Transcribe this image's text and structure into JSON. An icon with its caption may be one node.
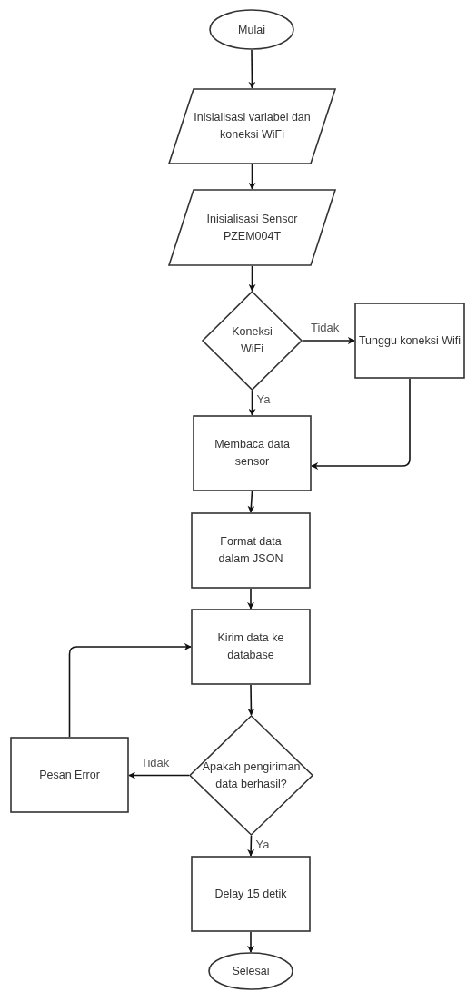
{
  "diagram": {
    "nodes": [
      {
        "text": [
          "Mulai"
        ]
      },
      {
        "text": [
          "Inisialisasi variabel dan koneksi WiFi"
        ]
      },
      {
        "text": [
          "Inisialisasi Sensor PZEM004T"
        ]
      },
      {
        "text": [
          "Koneksi WiFi"
        ]
      },
      {
        "text": [
          "Tunggu koneksi Wifi"
        ]
      },
      {
        "text": [
          "Membaca data sensor"
        ]
      },
      {
        "text": [
          "Format data dalam JSON"
        ]
      },
      {
        "text": [
          "Kirim data ke database"
        ]
      },
      {
        "text": [
          "Apakah pengiriman data berhasil?"
        ]
      },
      {
        "text": [
          "Pesan Error"
        ]
      },
      {
        "text": [
          "Delay 15 detik"
        ]
      },
      {
        "text": [
          "Selesai"
        ]
      }
    ],
    "edges": [
      {
        "from": 0,
        "to": 1,
        "arrow": "to"
      },
      {
        "from": 1,
        "to": 2,
        "arrow": "to"
      },
      {
        "from": 2,
        "to": 3,
        "arrow": "to"
      },
      {
        "from": 3,
        "to": 4,
        "arrow": "to",
        "label": "Tidak"
      },
      {
        "from": 3,
        "to": 5,
        "arrow": "to",
        "label": "Ya"
      },
      {
        "from": 4,
        "to": 5,
        "arrow": "to"
      },
      {
        "from": 5,
        "to": 6,
        "arrow": "to"
      },
      {
        "from": 6,
        "to": 7,
        "arrow": "to"
      },
      {
        "from": 7,
        "to": 8,
        "arrow": "to"
      },
      {
        "from": 8,
        "to": 9,
        "arrow": "to",
        "label": "Tidak"
      },
      {
        "from": 9,
        "to": 7,
        "arrow": "to"
      },
      {
        "from": 8,
        "to": 10,
        "arrow": "to",
        "label": "Ya"
      },
      {
        "from": 10,
        "to": 11,
        "arrow": "to"
      }
    ]
  }
}
